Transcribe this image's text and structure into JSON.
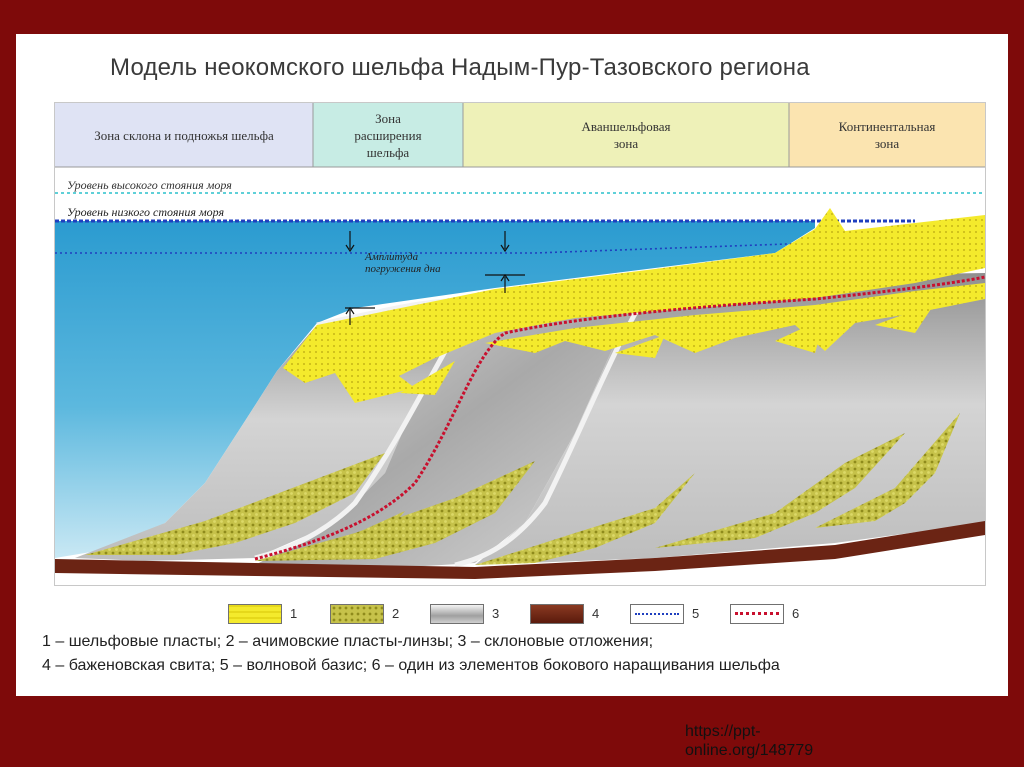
{
  "title": "Модель неокомского шельфа Надым-Пур-Тазовского региона",
  "zones": [
    {
      "label_lines": [
        "Зона склона и подножья шельфа"
      ],
      "color": "#dfe3f4"
    },
    {
      "label_lines": [
        "Зона",
        "расширения",
        "шельфа"
      ],
      "color": "#c7ece4"
    },
    {
      "label_lines": [
        "Аваншельфовая",
        "зона"
      ],
      "color": "#eef1b8"
    },
    {
      "label_lines": [
        "Континентальная",
        "зона"
      ],
      "color": "#fbe4b0"
    }
  ],
  "sea_levels": {
    "high": "Уровень высокого стояния моря",
    "low": "Уровень низкого стояния моря"
  },
  "annotation_lines": [
    "Амплитуда",
    "погружения дна"
  ],
  "legend": {
    "swatches": [
      {
        "num": "1",
        "name": "shelf-strata"
      },
      {
        "num": "2",
        "name": "achimov-lenses"
      },
      {
        "num": "3",
        "name": "slope-deposits"
      },
      {
        "num": "4",
        "name": "bazhenov-formation"
      },
      {
        "num": "5",
        "name": "wave-base"
      },
      {
        "num": "6",
        "name": "lateral-accretion-element"
      }
    ],
    "line1": "1 – шельфовые пласты;  2 – ачимовские пласты-линзы;  3 – склоновые отложения;",
    "line2": "4 – баженовская свита;  5 – волновой базис;      6 – один из элементов бокового наращивания шельфа"
  },
  "colors": {
    "background": "#7e0a0a",
    "sea": "#3aa6d4",
    "shelf": "#f5ec2e",
    "achimov": "#c9c04a",
    "bazhenov": "#6b2414",
    "wave_base": "#1f3fbf",
    "accretion": "#c8102e"
  },
  "source_url_lines": [
    "https://ppt-",
    "online.org/148779"
  ]
}
